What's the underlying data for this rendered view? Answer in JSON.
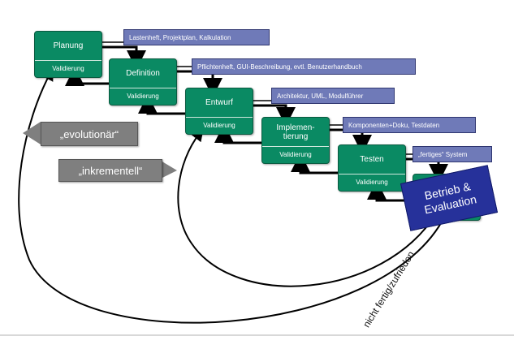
{
  "phases": [
    {
      "title": "Planung",
      "validation": "Validierung"
    },
    {
      "title": "Definition",
      "validation": "Validierung"
    },
    {
      "title": "Entwurf",
      "validation": "Validierung"
    },
    {
      "title": "Implemen-\ntierung",
      "validation": "Validierung"
    },
    {
      "title": "Testen",
      "validation": "Validierung"
    }
  ],
  "artifacts": [
    "Lastenheft, Projektplan, Kalkulation",
    "Pflichtenheft, GUI-Beschreibung, evtl. Benutzerhandbuch",
    "Architektur, UML, Modulführer",
    "Komponenten+Doku, Testdaten",
    "„fertiges“ System"
  ],
  "final_phase": "Betrieb &\nEvaluation",
  "tags": {
    "evolutionary": "„evolutionär“",
    "incremental": "„inkrementell“"
  },
  "loop_label": "nicht fertig/zufrieden",
  "colors": {
    "phase": "#0a8a63",
    "note": "#6f7ab8",
    "tag": "#7f7f7f",
    "final": "#26319a"
  }
}
